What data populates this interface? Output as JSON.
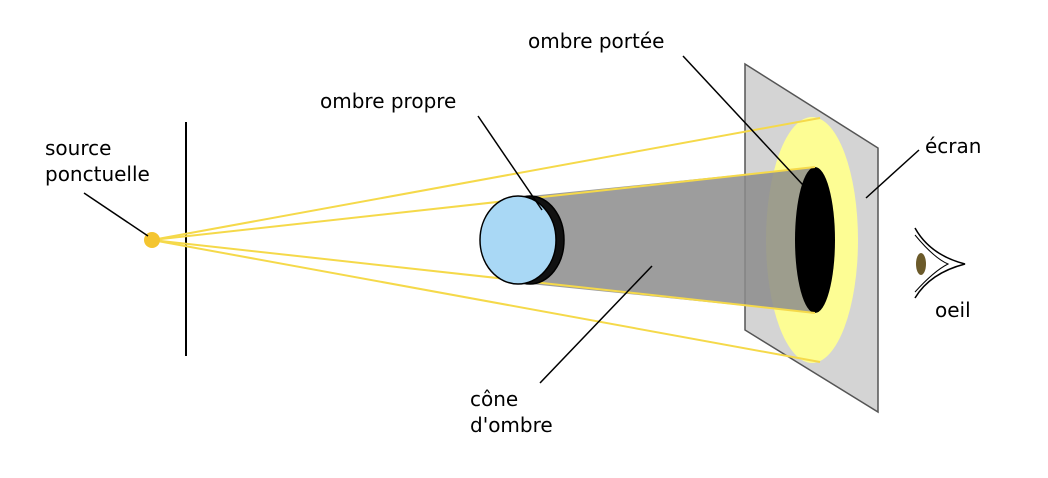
{
  "labels": {
    "source_line1": "source",
    "source_line2": "ponctuelle",
    "ombre_propre": "ombre propre",
    "ombre_portee": "ombre portée",
    "ecran": "écran",
    "oeil": "oeil",
    "cone_line1": "cône",
    "cone_line2": "d'ombre"
  },
  "colors": {
    "light_ray": "#f5d94a",
    "light_source": "#f4c530",
    "sphere_lit": "#a9d8f5",
    "shadow_cone": "#8c8c8c",
    "screen": "#d4d4d4",
    "illuminated_ring": "#ffff90",
    "cast_shadow": "#000000"
  }
}
